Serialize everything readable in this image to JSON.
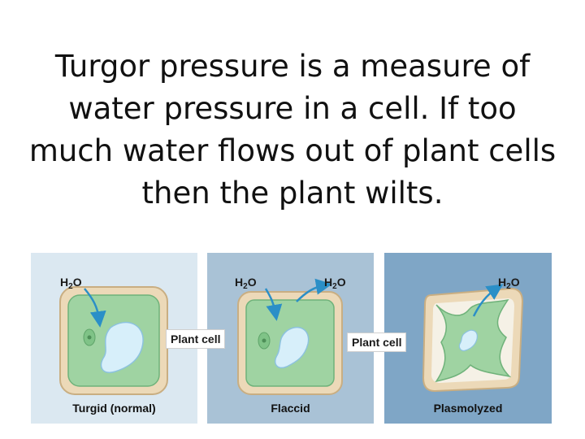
{
  "title": "Turgor pressure is a measure of water pressure in a cell. If too much water flows out of plant cells then the plant wilts.",
  "figure": {
    "water_label_main": "H",
    "water_label_sub": "2",
    "water_label_end": "O",
    "callout": "Plant cell",
    "panels": [
      {
        "caption": "Turgid (normal)",
        "background": "#dbe8f1"
      },
      {
        "caption": "Flaccid",
        "background": "#a9c2d6"
      },
      {
        "caption": "Plasmolyzed",
        "background": "#7fa6c6"
      }
    ]
  },
  "colors": {
    "cell_wall": "#ecd9b8",
    "cell_wall_stroke": "#c9ae82",
    "cytoplasm": "#9fd3a2",
    "vacuole": "#d7effa",
    "arrow": "#2b8fc7"
  }
}
